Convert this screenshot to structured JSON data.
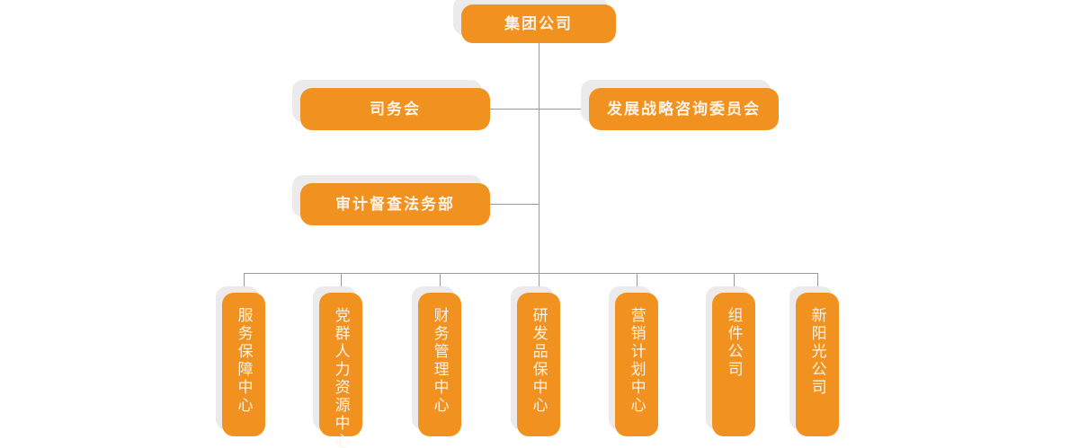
{
  "chart_data": {
    "type": "diagram",
    "diagram_kind": "organization-chart",
    "title": "",
    "orientation": "top-down",
    "accent_color": "#f1911f",
    "text_color": "#fdf3e8",
    "line_color": "#9a9a9a",
    "shadow_color": "#eceaea",
    "background": "#ffffff",
    "levels": [
      {
        "level": 1,
        "nodes": [
          "root"
        ]
      },
      {
        "level": 2,
        "nodes": [
          "siwuhui",
          "strategy_committee"
        ]
      },
      {
        "level": 3,
        "nodes": [
          "audit_legal"
        ]
      },
      {
        "level": 4,
        "nodes": [
          "service",
          "party_hr",
          "finance",
          "rnd",
          "marketing",
          "module_co",
          "xinyangguang"
        ]
      }
    ]
  },
  "nodes": {
    "root": {
      "label": "集团公司",
      "orientation": "horizontal"
    },
    "siwuhui": {
      "label": "司务会",
      "orientation": "horizontal"
    },
    "strategy_committee": {
      "label": "发展战略咨询委员会",
      "orientation": "horizontal"
    },
    "audit_legal": {
      "label": "审计督查法务部",
      "orientation": "horizontal"
    },
    "service": {
      "label": "服务保障中心",
      "orientation": "vertical"
    },
    "party_hr": {
      "label": "党群人力资源中心",
      "orientation": "vertical"
    },
    "finance": {
      "label": "财务管理中心",
      "orientation": "vertical"
    },
    "rnd": {
      "label": "研发品保中心",
      "orientation": "vertical"
    },
    "marketing": {
      "label": "营销计划中心",
      "orientation": "vertical"
    },
    "module_co": {
      "label": "组件公司",
      "orientation": "vertical"
    },
    "xinyangguang": {
      "label": "新阳光公司",
      "orientation": "vertical"
    }
  },
  "edges": [
    {
      "from": "root",
      "to": "siwuhui"
    },
    {
      "from": "root",
      "to": "strategy_committee"
    },
    {
      "from": "root",
      "to": "audit_legal"
    },
    {
      "from": "root",
      "to": "service"
    },
    {
      "from": "root",
      "to": "party_hr"
    },
    {
      "from": "root",
      "to": "finance"
    },
    {
      "from": "root",
      "to": "rnd"
    },
    {
      "from": "root",
      "to": "marketing"
    },
    {
      "from": "root",
      "to": "module_co"
    },
    {
      "from": "root",
      "to": "xinyangguang"
    }
  ]
}
